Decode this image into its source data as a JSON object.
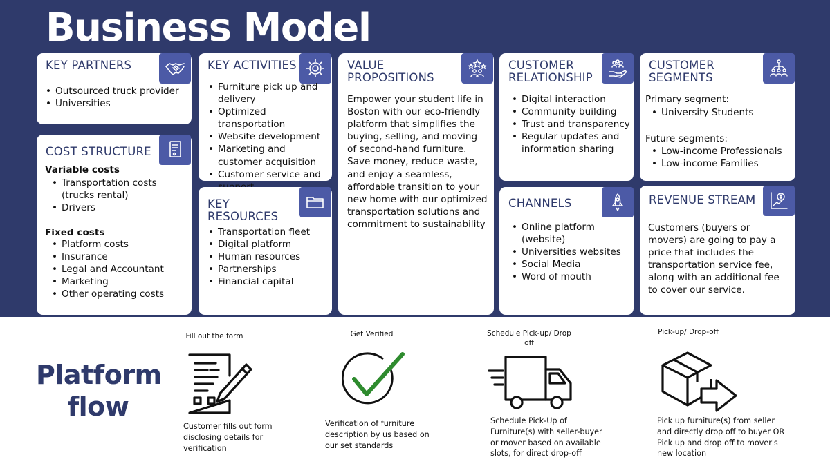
{
  "title": "Business Model",
  "key_partners": {
    "title": "KEY PARTNERS",
    "icon": "handshake-icon",
    "items": [
      "Outsourced truck provider",
      "Universities"
    ]
  },
  "cost_structure": {
    "title": "COST STRUCTURE",
    "icon": "receipt-icon",
    "variable_label": "Variable costs",
    "variable_items": [
      "Transportation costs (trucks rental)",
      "Drivers"
    ],
    "fixed_label": "Fixed costs",
    "fixed_items": [
      "Platform costs",
      "Insurance",
      "Legal and Accountant",
      "Marketing",
      "Other operating costs"
    ]
  },
  "key_activities": {
    "title": "KEY ACTIVITIES",
    "icon": "gear-icon",
    "items": [
      "Furniture pick up and delivery",
      "Optimized transportation",
      "Website development",
      "Marketing and customer acquisition",
      "Customer service and support"
    ]
  },
  "key_resources": {
    "title": "KEY RESOURCES",
    "icon": "folder-icon",
    "items": [
      "Transportation fleet",
      "Digital platform",
      "Human resources",
      "Partnerships",
      "Financial capital"
    ]
  },
  "value_propositions": {
    "title": "VALUE PROPOSITIONS",
    "icon": "stars-people-icon",
    "text": "Empower your student life in Boston with our eco-friendly platform that simplifies the buying, selling, and moving of second-hand furniture. Save money, reduce waste, and enjoy a seamless, affordable transition to your new home with our optimized transportation solutions and commitment to sustainability"
  },
  "customer_relationship": {
    "title": "CUSTOMER RELATIONSHIP",
    "icon": "hand-people-icon",
    "items": [
      "Digital interaction",
      "Community building",
      "Trust and transparency",
      "Regular updates and information sharing"
    ]
  },
  "channels": {
    "title": "CHANNELS",
    "icon": "rocket-icon",
    "items": [
      "Online platform (website)",
      "Universities websites",
      "Social Media",
      "Word of mouth"
    ]
  },
  "customer_segments": {
    "title": "CUSTOMER SEGMENTS",
    "icon": "network-people-icon",
    "primary_label": "Primary segment:",
    "primary_items": [
      "University Students"
    ],
    "future_label": "Future segments:",
    "future_items": [
      "Low-income Professionals",
      "Low-income Families"
    ]
  },
  "revenue_stream": {
    "title": "REVENUE STREAM",
    "icon": "chart-coin-icon",
    "text": "Customers (buyers or movers) are going to pay a price that includes the transportation service fee, along with an additional fee to cover our service."
  },
  "platform_flow": {
    "title_line1": "Platform",
    "title_line2": "flow",
    "steps": [
      {
        "heading": "Fill out the form",
        "icon": "form-pen-icon",
        "description": "Customer fills out form disclosing details for verification"
      },
      {
        "heading": "Get Verified",
        "icon": "checkmark-icon",
        "description": "Verification of furniture description by us based on our set standards"
      },
      {
        "heading": "Schedule Pick-up/ Drop off",
        "icon": "truck-icon",
        "description": "Schedule Pick-Up of Furniture(s) with seller-buyer or mover based on available slots, for direct drop-off"
      },
      {
        "heading": "Pick-up/ Drop-off",
        "icon": "box-arrow-icon",
        "description": "Pick up furniture(s) from seller and directly drop off to buyer OR Pick up and drop off to mover's new location"
      }
    ]
  },
  "colors": {
    "navy": "#2f3a6b",
    "icon_blue": "#4c5aa6",
    "check_green": "#2e8b2e"
  }
}
